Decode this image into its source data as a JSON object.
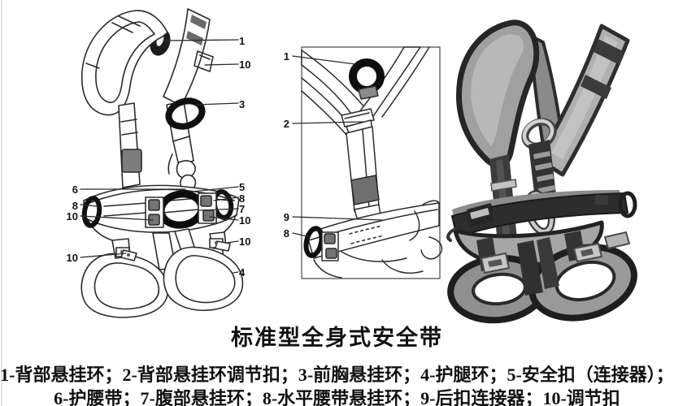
{
  "figure": {
    "title": "标准型全身式安全带",
    "legend_line1": "1-背部悬挂环；2-背部悬挂环调节扣；3-前胸悬挂环；4-护腿环；5-安全扣（连接器）；",
    "legend_line2": "6-护腰带；7-腹部悬挂环；8-水平腰带悬挂环；9-后扣连接器；10-调节扣"
  },
  "parts": [
    {
      "num": "1",
      "label": "背部悬挂环"
    },
    {
      "num": "2",
      "label": "背部悬挂环调节扣"
    },
    {
      "num": "3",
      "label": "前胸悬挂环"
    },
    {
      "num": "4",
      "label": "护腿环"
    },
    {
      "num": "5",
      "label": "安全扣（连接器）"
    },
    {
      "num": "6",
      "label": "护腰带"
    },
    {
      "num": "7",
      "label": "腹部悬挂环"
    },
    {
      "num": "8",
      "label": "水平腰带悬挂环"
    },
    {
      "num": "9",
      "label": "后扣连接器"
    },
    {
      "num": "10",
      "label": "调节扣"
    }
  ],
  "callouts": {
    "front_right": [
      "1",
      "10",
      "3",
      "5",
      "8",
      "7",
      "10",
      "10",
      "4"
    ],
    "front_left": [
      "6",
      "8",
      "10",
      "10"
    ],
    "back_detail": [
      "1",
      "2",
      "9",
      "8"
    ]
  },
  "colors": {
    "line_art": "#2b2b2b",
    "ring_black": "#0e0e0e",
    "buckle_gray": "#747474",
    "photo_strap_dark": "#2d2d2d",
    "photo_pad_gray": "#a0a0a0",
    "metal": "#c9c9c9"
  }
}
